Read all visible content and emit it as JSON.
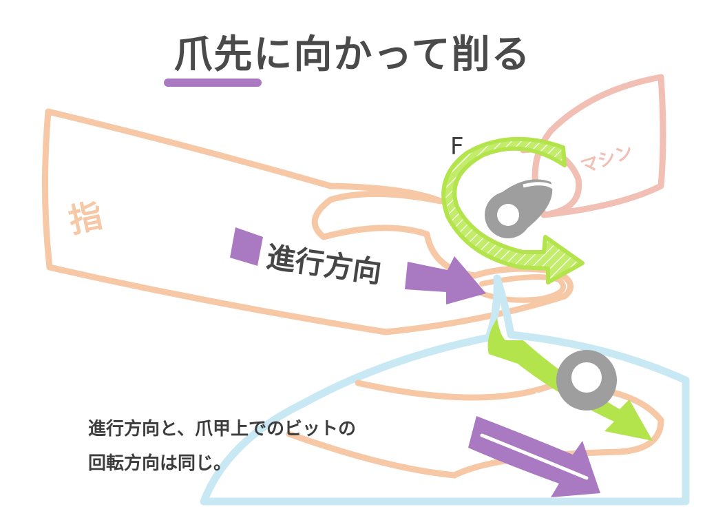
{
  "title": "爪先に向かって削る",
  "labels": {
    "finger": "指",
    "machine": "マシン",
    "force": "F",
    "direction": "進行方向"
  },
  "caption": {
    "line1": "進行方向と、爪甲上でのビットの",
    "line2": "回転方向は同じ。"
  },
  "colors": {
    "finger_outline": "#f6c8a6",
    "machine_outline": "#f2bfb4",
    "nail_outline": "#c8e8f4",
    "rotation_green": "#b3e44c",
    "direction_purple": "#a97ac2",
    "bit_gray": "#9e9e9e",
    "text_dark": "#464646"
  }
}
